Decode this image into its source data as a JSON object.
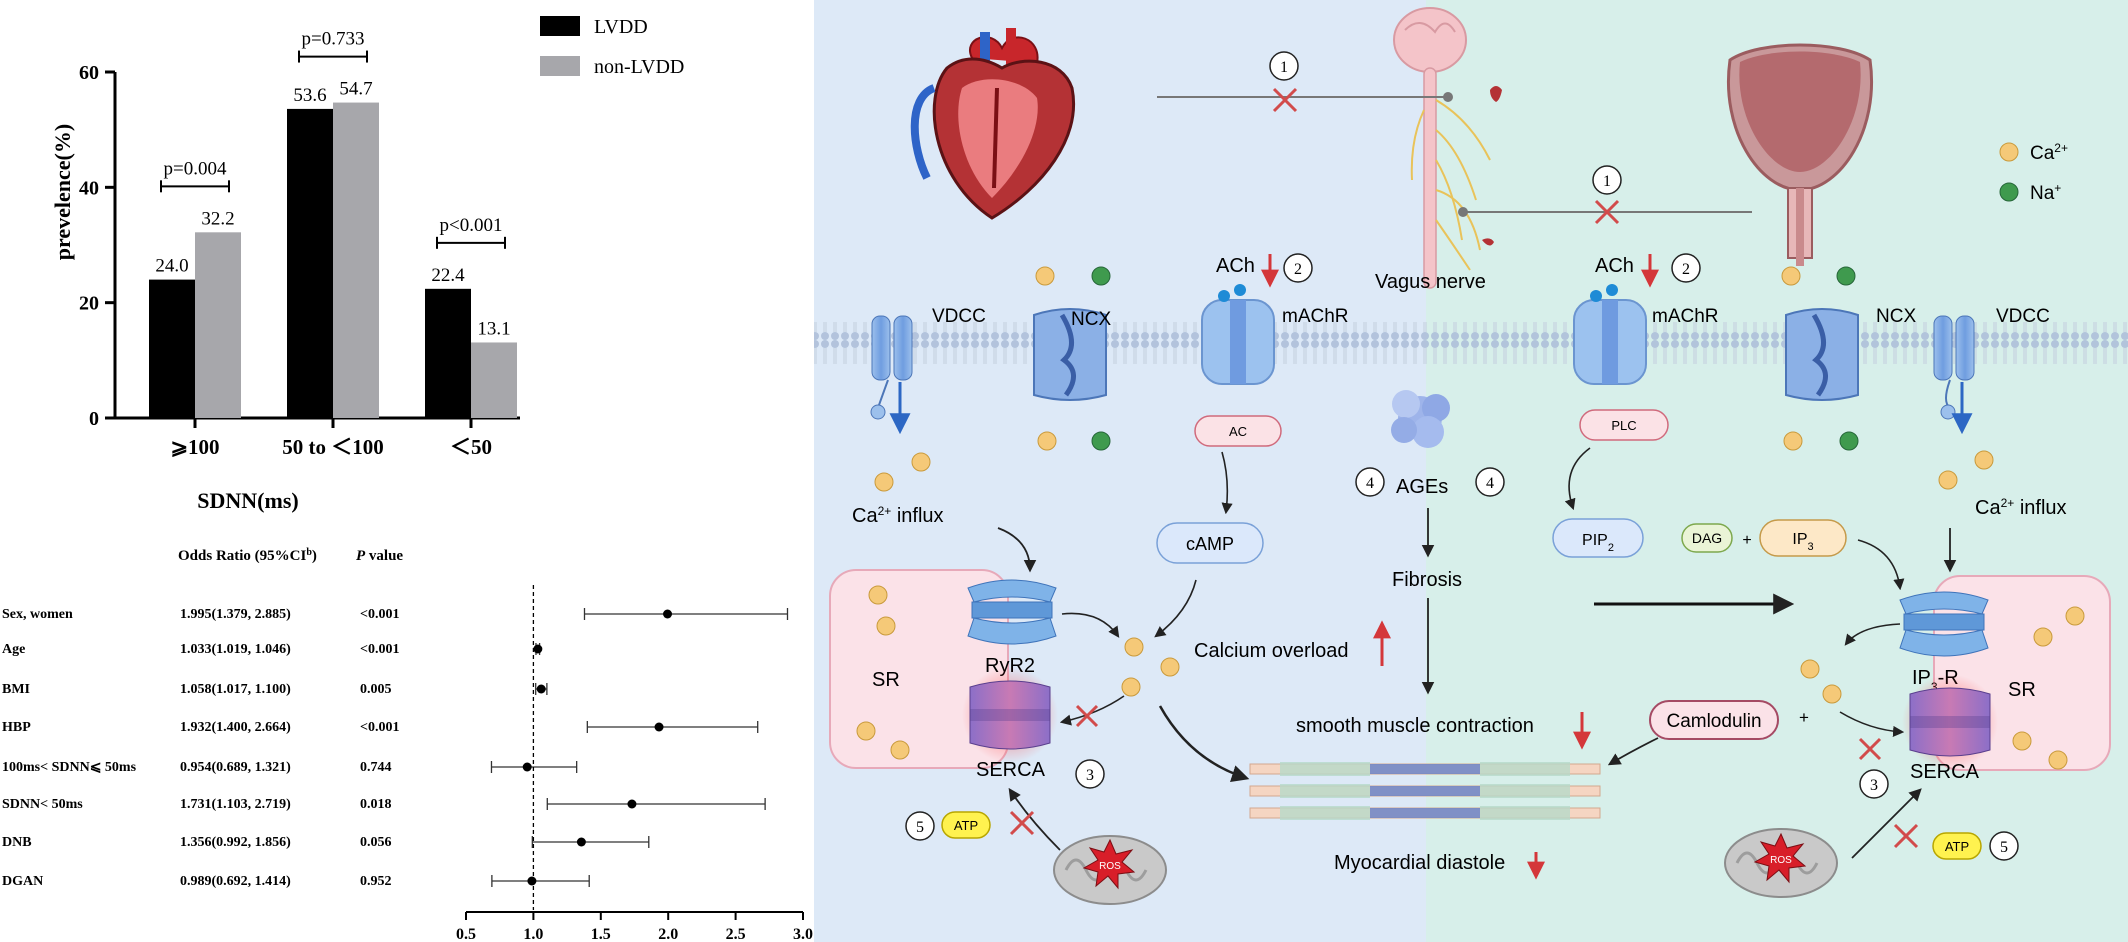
{
  "bar_chart": {
    "ylabel": "prevelence(%)",
    "xlabel": "SDNN(ms)",
    "y_ticks": [
      "0",
      "20",
      "40",
      "60"
    ],
    "categories": [
      "⩾100",
      "50 to ＜100",
      "＜50"
    ],
    "legend": [
      "LVDD",
      "non-LVDD"
    ],
    "p_values": [
      "p=0.004",
      "p=0.733",
      "p<0.001"
    ],
    "colors": {
      "LVDD": "#000000",
      "non-LVDD": "#a7a7ab"
    }
  },
  "forest_plot": {
    "header_or": "Odds Ratio (95%CI",
    "header_or_sup": "b",
    "header_or_close": ")",
    "header_p": "P",
    "header_p_rest": " value",
    "rows": [
      {
        "label": "Sex, women",
        "or_text": "1.995(1.379, 2.885)",
        "p": "<0.001"
      },
      {
        "label": "Age",
        "or_text": "1.033(1.019, 1.046)",
        "p": "<0.001"
      },
      {
        "label": "BMI",
        "or_text": "1.058(1.017, 1.100)",
        "p": "0.005"
      },
      {
        "label": "HBP",
        "or_text": "1.932(1.400, 2.664)",
        "p": "<0.001"
      },
      {
        "label": "100ms< SDNN⩽ 50ms",
        "or_text": "0.954(0.689, 1.321)",
        "p": "0.744"
      },
      {
        "label": "SDNN< 50ms",
        "or_text": "1.731(1.103, 2.719)",
        "p": "0.018"
      },
      {
        "label": "DNB",
        "or_text": "1.356(0.992, 1.856)",
        "p": "0.056"
      },
      {
        "label": "DGAN",
        "or_text": "0.989(0.692, 1.414)",
        "p": "0.952"
      }
    ],
    "x_ticks": [
      "0.5",
      "1.0",
      "1.5",
      "2.0",
      "2.5",
      "3.0"
    ]
  },
  "chart_data": [
    {
      "type": "bar",
      "categories": [
        "⩾100",
        "50 to ＜100",
        "＜50"
      ],
      "series": [
        {
          "name": "LVDD",
          "values": [
            24.0,
            53.6,
            22.4
          ]
        },
        {
          "name": "non-LVDD",
          "values": [
            32.2,
            54.7,
            13.1
          ]
        }
      ],
      "xlabel": "SDNN(ms)",
      "ylabel": "prevelence(%)",
      "ylim": [
        0,
        60
      ],
      "legend": "top-right"
    },
    {
      "type": "scatter",
      "x_range": [
        0.5,
        3.0
      ],
      "reference_line": 1.0,
      "points": [
        {
          "label": "Sex, women",
          "or": 1.995,
          "lo": 1.379,
          "hi": 2.885
        },
        {
          "label": "Age",
          "or": 1.033,
          "lo": 1.019,
          "hi": 1.046
        },
        {
          "label": "BMI",
          "or": 1.058,
          "lo": 1.017,
          "hi": 1.1
        },
        {
          "label": "HBP",
          "or": 1.932,
          "lo": 1.4,
          "hi": 2.664
        },
        {
          "label": "100ms< SDNN⩽ 50ms",
          "or": 0.954,
          "lo": 0.689,
          "hi": 1.321
        },
        {
          "label": "SDNN< 50ms",
          "or": 1.731,
          "lo": 1.103,
          "hi": 2.719
        },
        {
          "label": "DNB",
          "or": 1.356,
          "lo": 0.992,
          "hi": 1.856
        },
        {
          "label": "DGAN",
          "or": 0.989,
          "lo": 0.692,
          "hi": 1.414
        }
      ]
    }
  ],
  "diagram": {
    "labels": {
      "vagus": "Vagus nerve",
      "ca_legend": "Ca",
      "ca_legend_sup": "2+",
      "na_legend": "Na",
      "na_legend_sup": "+",
      "ach": "ACh",
      "machr": "mAChR",
      "vdcc": "VDCC",
      "ncx": "NCX",
      "ac": "AC",
      "plc": "PLC",
      "camp": "cAMP",
      "pip2": "PIP",
      "pip2_sub": "2",
      "dag": "DAG",
      "plus": "+",
      "ip3": "IP",
      "ip3_sub": "3",
      "ca_influx_pre": "Ca",
      "ca_influx_sup": "2+",
      "ca_influx_post": " influx",
      "ages": "AGEs",
      "fibrosis": "Fibrosis",
      "calcium_overload": "Calcium overload",
      "smooth_muscle": "smooth muscle contraction",
      "myocardial": "Myocardial diastole",
      "sr": "SR",
      "ryr2": "RyR2",
      "serca": "SERCA",
      "ip3r": "IP",
      "ip3r_sub": "3",
      "ip3r_post": "-R",
      "camlodulin": "Camlodulin",
      "atp": "ATP",
      "ros": "ROS"
    },
    "numbers": [
      "1",
      "2",
      "3",
      "4",
      "5"
    ],
    "colors": {
      "left_bg": "#dde9f7",
      "right_bg": "#d7efea",
      "ca": "#f5c978",
      "na": "#3f9a4e",
      "red_arrow": "#d4373a",
      "cross": "#d24b4b"
    },
    "icons": [
      "heart-icon",
      "brain-spinal-cord-icon",
      "bladder-icon",
      "mitochondria-icon",
      "ryr2-channel-icon",
      "serca-pump-icon",
      "vdcc-channel-icon",
      "ncx-exchanger-icon",
      "machr-receptor-icon",
      "ages-protein-icon",
      "muscle-fiber-icon"
    ]
  }
}
